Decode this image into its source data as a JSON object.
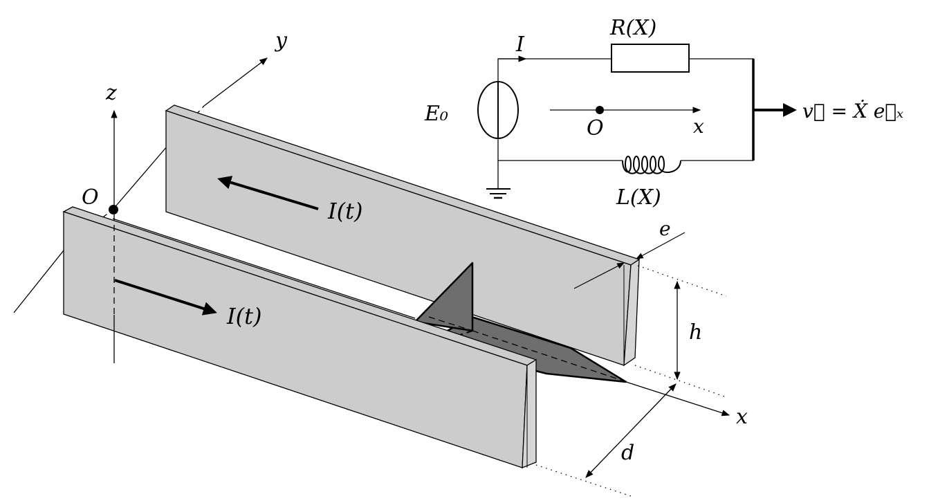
{
  "diagram": {
    "title": "Rail plates with sliding conductor and equivalent circuit",
    "colors": {
      "plate_face": "#cccccc",
      "conductor": "#6e6e6e",
      "stroke": "#000000",
      "background": "#ffffff"
    },
    "axes": {
      "x_label": "x",
      "y_label": "y",
      "z_label": "z",
      "origin_label": "O"
    },
    "currents": {
      "back_plate": "I(t)",
      "front_plate": "I(t)"
    },
    "dimensions": {
      "thickness": "e",
      "height": "h",
      "gap": "d"
    },
    "circuit": {
      "source_label": "E₀",
      "current_label": "I",
      "resistor_label": "R(X)",
      "inductor_label": "L(X)",
      "axis_label": "x",
      "origin_label": "O",
      "velocity_label": "v⃗ = Ẋ e⃗ₓ"
    }
  }
}
